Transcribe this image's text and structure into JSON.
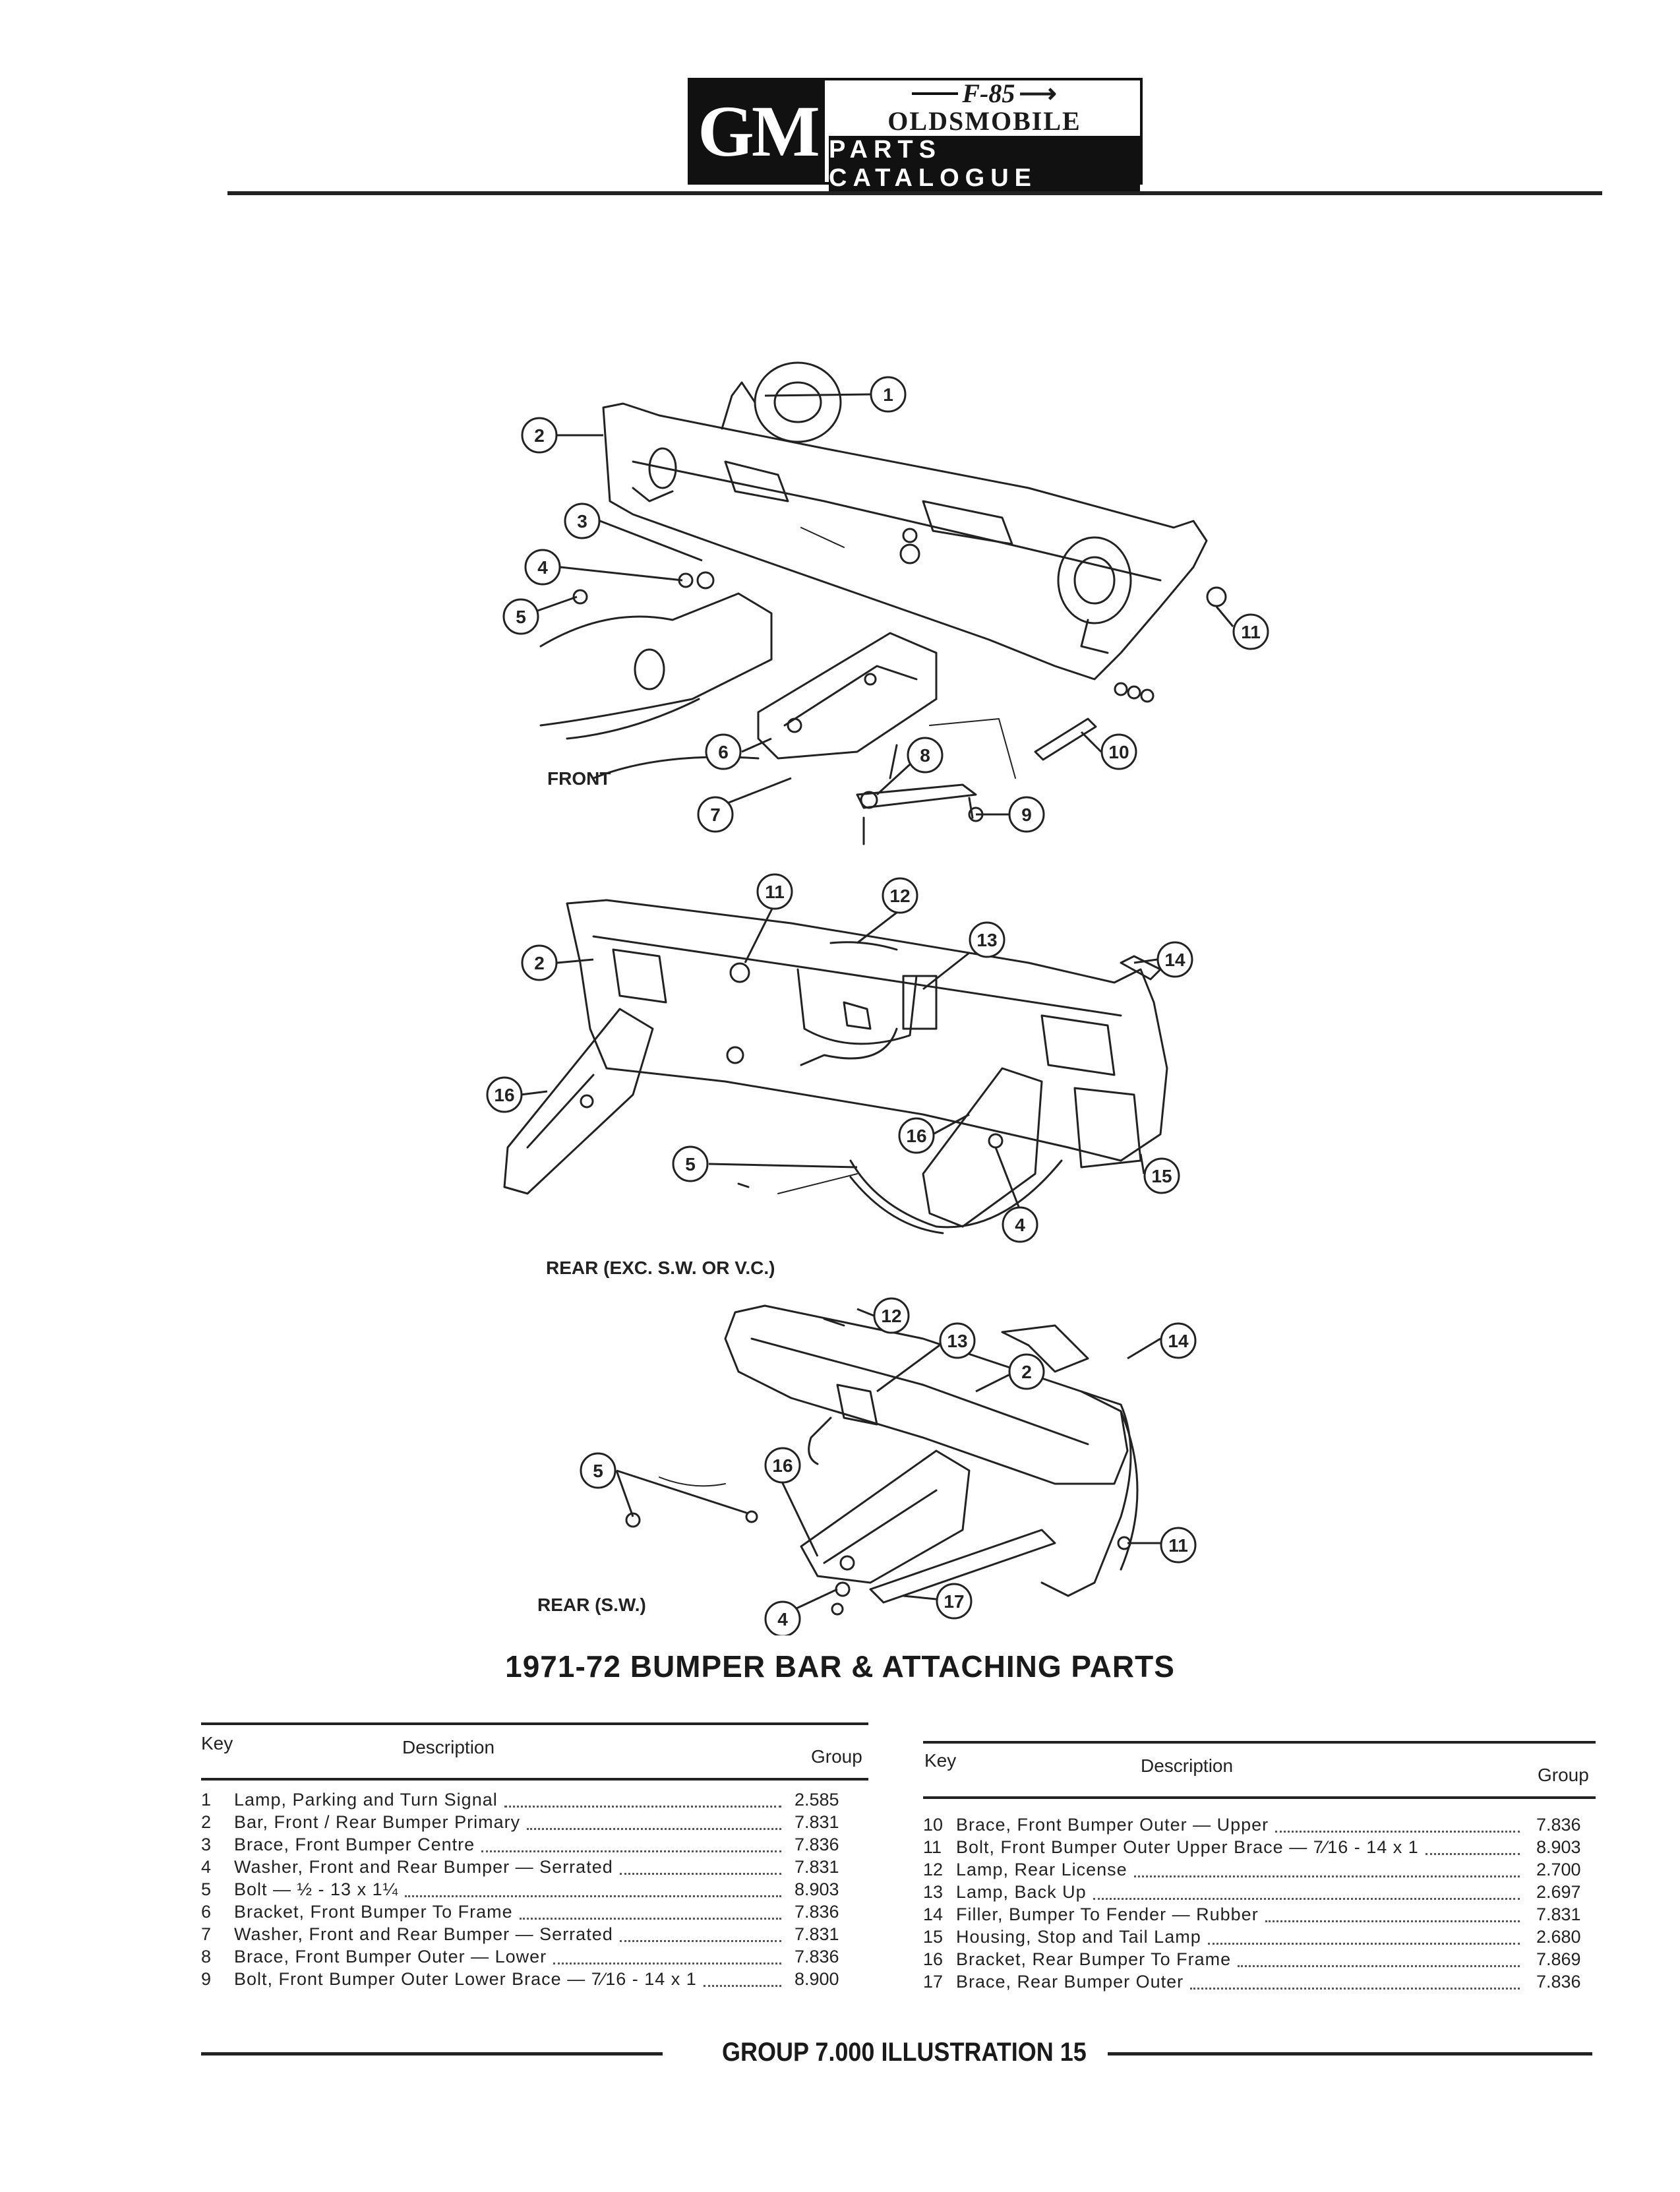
{
  "header": {
    "brand": "GM",
    "model": "F-85",
    "make": "OLDSMOBILE",
    "catalogue": "PARTS CATALOGUE"
  },
  "diagrams": {
    "front_label": "FRONT",
    "rear_label": "REAR (EXC. S.W. OR V.C.)",
    "rear_sw_label": "REAR (S.W.)",
    "front_callouts": [
      "1",
      "2",
      "3",
      "4",
      "5",
      "11",
      "10",
      "6",
      "8",
      "7",
      "9"
    ],
    "rear_callouts": [
      "11",
      "12",
      "13",
      "14",
      "2",
      "16",
      "16",
      "5",
      "15",
      "4"
    ],
    "rear_sw_callouts": [
      "12",
      "13",
      "14",
      "2",
      "5",
      "16",
      "11",
      "17",
      "4"
    ]
  },
  "title": "1971-72 BUMPER BAR & ATTACHING PARTS",
  "table": {
    "head_key": "Key",
    "head_desc": "Description",
    "head_group": "Group",
    "left": [
      {
        "key": "1",
        "desc": "Lamp, Parking and Turn Signal",
        "group": "2.585"
      },
      {
        "key": "2",
        "desc": "Bar, Front / Rear Bumper Primary",
        "group": "7.831"
      },
      {
        "key": "3",
        "desc": "Brace, Front Bumper Centre",
        "group": "7.836"
      },
      {
        "key": "4",
        "desc": "Washer, Front and Rear Bumper — Serrated",
        "group": "7.831"
      },
      {
        "key": "5",
        "desc": "Bolt — ½ - 13 x 1¼",
        "group": "8.903"
      },
      {
        "key": "6",
        "desc": "Bracket, Front Bumper To Frame",
        "group": "7.836"
      },
      {
        "key": "7",
        "desc": "Washer, Front and Rear Bumper — Serrated",
        "group": "7.831"
      },
      {
        "key": "8",
        "desc": "Brace, Front Bumper Outer — Lower",
        "group": "7.836"
      },
      {
        "key": "9",
        "desc": "Bolt, Front Bumper Outer Lower Brace — 7⁄16 - 14 x 1",
        "group": "8.900"
      }
    ],
    "right": [
      {
        "key": "10",
        "desc": "Brace, Front Bumper Outer — Upper",
        "group": "7.836"
      },
      {
        "key": "11",
        "desc": "Bolt, Front Bumper Outer Upper Brace — 7⁄16 - 14 x 1",
        "group": "8.903"
      },
      {
        "key": "12",
        "desc": "Lamp, Rear License",
        "group": "2.700"
      },
      {
        "key": "13",
        "desc": "Lamp, Back Up",
        "group": "2.697"
      },
      {
        "key": "14",
        "desc": "Filler, Bumper To Fender — Rubber",
        "group": "7.831"
      },
      {
        "key": "15",
        "desc": "Housing, Stop and Tail Lamp",
        "group": "2.680"
      },
      {
        "key": "16",
        "desc": "Bracket, Rear Bumper To Frame",
        "group": "7.869"
      },
      {
        "key": "17",
        "desc": "Brace, Rear Bumper Outer",
        "group": "7.836"
      }
    ]
  },
  "footer": "GROUP 7.000 ILLUSTRATION 15"
}
